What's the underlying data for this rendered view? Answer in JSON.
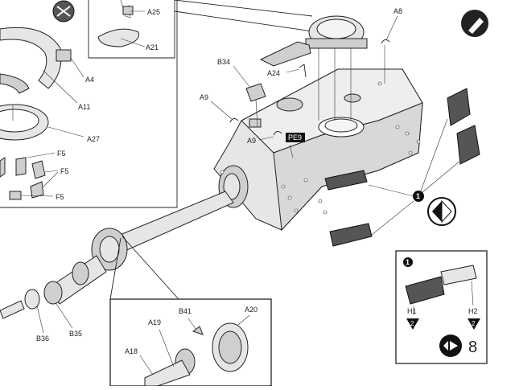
{
  "labels": {
    "A25": "A25",
    "A21": "A21",
    "A8": "A8",
    "A4": "A4",
    "A11": "A11",
    "A27": "A27",
    "F5a": "F5",
    "F5b": "F5",
    "F5c": "F5",
    "B34": "B34",
    "A24": "A24",
    "A9a": "A9",
    "A9b": "A9",
    "PE9": "PE9",
    "B36": "B36",
    "B35": "B35",
    "B41": "B41",
    "A20": "A20",
    "A19": "A19",
    "A18": "A18",
    "H1": "H1",
    "H2": "H2"
  },
  "step_markers": {
    "callout_1": "1",
    "inset_callout_1": "1",
    "sub_step_h1": "2",
    "sub_step_h2": "2",
    "step_number": "8"
  },
  "icons": [
    "no-glue-icon",
    "paint-icon",
    "direction-arrow-icon",
    "repeat-step-icon"
  ]
}
